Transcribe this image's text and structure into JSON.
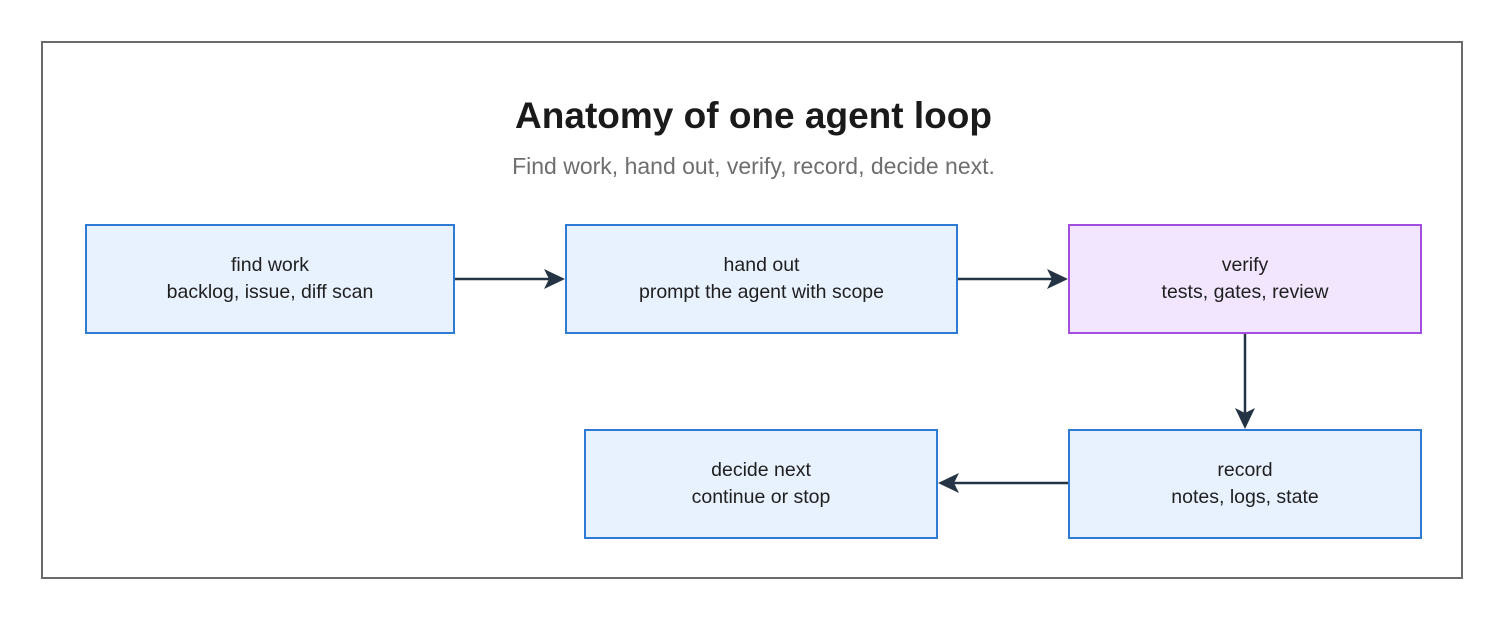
{
  "diagram": {
    "title": "Anatomy of one agent loop",
    "subtitle": "Find work, hand out, verify, record, decide next.",
    "nodes": [
      {
        "id": "find-work",
        "label": "find work",
        "detail": "backlog, issue, diff scan",
        "highlight": false
      },
      {
        "id": "hand-out",
        "label": "hand out",
        "detail": "prompt the agent with scope",
        "highlight": false
      },
      {
        "id": "verify",
        "label": "verify",
        "detail": "tests, gates, review",
        "highlight": true
      },
      {
        "id": "record",
        "label": "record",
        "detail": "notes, logs, state",
        "highlight": false
      },
      {
        "id": "decide-next",
        "label": "decide next",
        "detail": "continue or stop",
        "highlight": false
      }
    ],
    "edges": [
      {
        "from": "find-work",
        "to": "hand-out"
      },
      {
        "from": "hand-out",
        "to": "verify"
      },
      {
        "from": "verify",
        "to": "record"
      },
      {
        "from": "record",
        "to": "decide-next"
      }
    ],
    "colors": {
      "node_border": "#2f7bd3",
      "node_fill": "#e8f1fe",
      "highlight_border": "#a24fe0",
      "highlight_fill": "#f1e6fe",
      "arrow": "#253445",
      "frame": "#6b6b6b"
    }
  }
}
